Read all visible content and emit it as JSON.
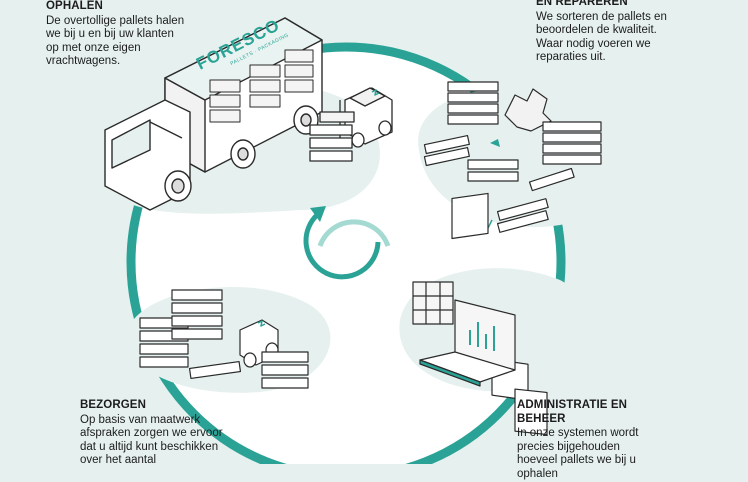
{
  "steps": {
    "ophalen": {
      "title": "OPHALEN",
      "body": "De overtollige pallets halen we bij u en bij uw klanten op met onze eigen vrachtwagens."
    },
    "repareren": {
      "title": "EN REPAREREN",
      "body": "We sorteren de pallets en beoordelen de kwaliteit. Waar nodig voeren we reparaties uit."
    },
    "administratie": {
      "title": "ADMINISTRATIE EN BEHEER",
      "body": "In onze systemen wordt precies bijgehouden hoeveel pallets we bij u ophalen"
    },
    "bezorgen": {
      "title": "BEZORGEN",
      "body": "Op basis van maatwerk afspraken zorgen we ervoor dat u altijd kunt beschikken over het aantal"
    }
  },
  "truck": {
    "brand": "FORESCO",
    "tagline": "PALLETS · PACKAGING"
  },
  "colors": {
    "teal": "#2aa396",
    "dark": "#2b2b2b",
    "bg": "#e6f1ef",
    "blob": "#ffffff"
  }
}
